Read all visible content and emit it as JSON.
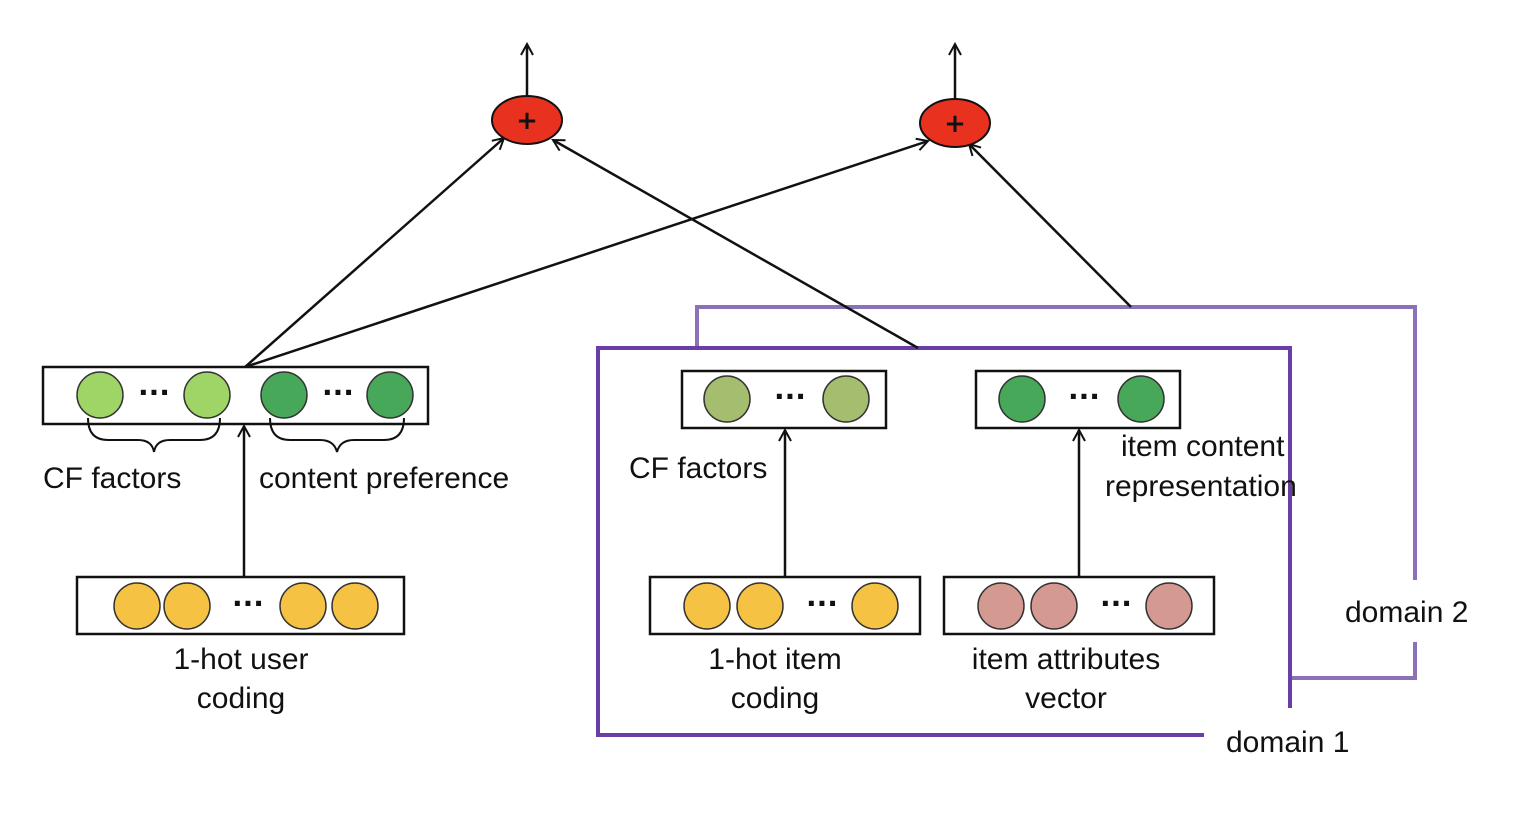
{
  "colors": {
    "cf_user": "#9fd466",
    "content_user": "#47a85a",
    "cf_item": "#a4bd6e",
    "content_item": "#47a85a",
    "onehot": "#f6c244",
    "attributes": "#d49a92",
    "adder": "#e8321f",
    "domain1": "#6a3fa5",
    "domain2": "#8b72b8"
  },
  "symbols": {
    "ellipsis": "···",
    "plus": "+"
  },
  "labels": {
    "user_cf_factors": "CF factors",
    "content_preference": "content preference",
    "onehot_user_line1": "1-hot user",
    "onehot_user_line2": "coding",
    "item_cf_factors": "CF factors",
    "item_content_line1": "item content",
    "item_content_line2": "representation",
    "onehot_item_line1": "1-hot item",
    "onehot_item_line2": "coding",
    "item_attr_line1": "item attributes",
    "item_attr_line2": "vector",
    "domain1": "domain 1",
    "domain2": "domain 2"
  }
}
